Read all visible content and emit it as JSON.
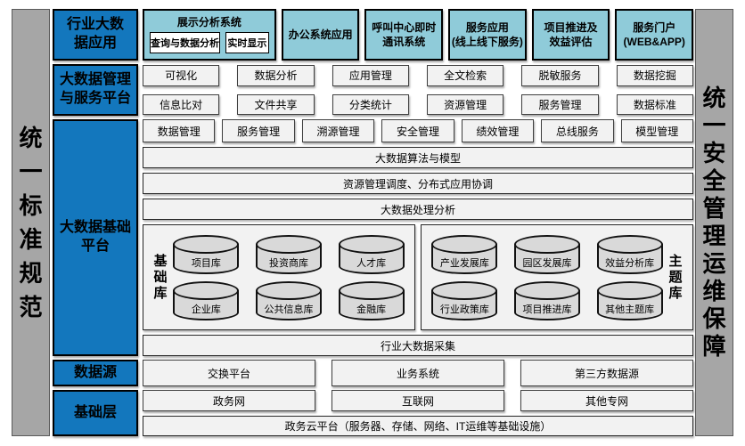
{
  "colors": {
    "blue": "#1377BD",
    "light_blue": "#8FCBD9",
    "gray_bar": "#A6A6A6",
    "box_fill": "#F2F2F2",
    "cyl_fill": "#D9D9D9"
  },
  "left_bar": {
    "text": "统一标准规范"
  },
  "right_bar": {
    "text": "统一安全管理运维保障"
  },
  "app_row": {
    "label": "行业大数\n据应用",
    "display_system": {
      "title": "展示分析系统",
      "sub1": "查询与数据分析",
      "sub2": "实时显示"
    },
    "boxes": [
      "办公系统应用",
      "呼叫中心即时\n通讯系统",
      "服务应用\n(线上线下服务)",
      "项目推进及\n效益评估",
      "服务门户\n(WEB&APP)"
    ]
  },
  "mgmt_row": {
    "label": "大数据管理\n与服务平台",
    "row1": [
      "可视化",
      "数据分析",
      "应用管理",
      "全文检索",
      "脱敏服务",
      "数据挖掘"
    ],
    "row2": [
      "信息比对",
      "文件共享",
      "分类统计",
      "资源管理",
      "服务管理",
      "数据标准"
    ]
  },
  "platform_row": {
    "label": "大数据基础\n平台",
    "services": [
      "数据管理",
      "服务管理",
      "溯源管理",
      "安全管理",
      "绩效管理",
      "总线服务",
      "模型管理"
    ],
    "bars": [
      "大数据算法与模型",
      "资源管理调度、分布式应用协调",
      "大数据处理分析"
    ],
    "base_group": {
      "label": "基础库",
      "items": [
        "项目库",
        "投资商库",
        "人才库",
        "企业库",
        "公共信息库",
        "金融库"
      ]
    },
    "theme_group": {
      "label": "主题库",
      "items": [
        "产业发展库",
        "园区发展库",
        "效益分析库",
        "行业政策库",
        "项目推进库",
        "其他主题库"
      ]
    },
    "collect_bar": "行业大数据采集"
  },
  "source_row": {
    "label": "数据源",
    "boxes": [
      "交换平台",
      "业务系统",
      "第三方数据源"
    ]
  },
  "infra_row": {
    "label": "基础层",
    "networks": [
      "政务网",
      "互联网",
      "其他专网"
    ],
    "cloud_bar": "政务云平台（服务器、存储、网络、IT运维等基础设施）"
  }
}
